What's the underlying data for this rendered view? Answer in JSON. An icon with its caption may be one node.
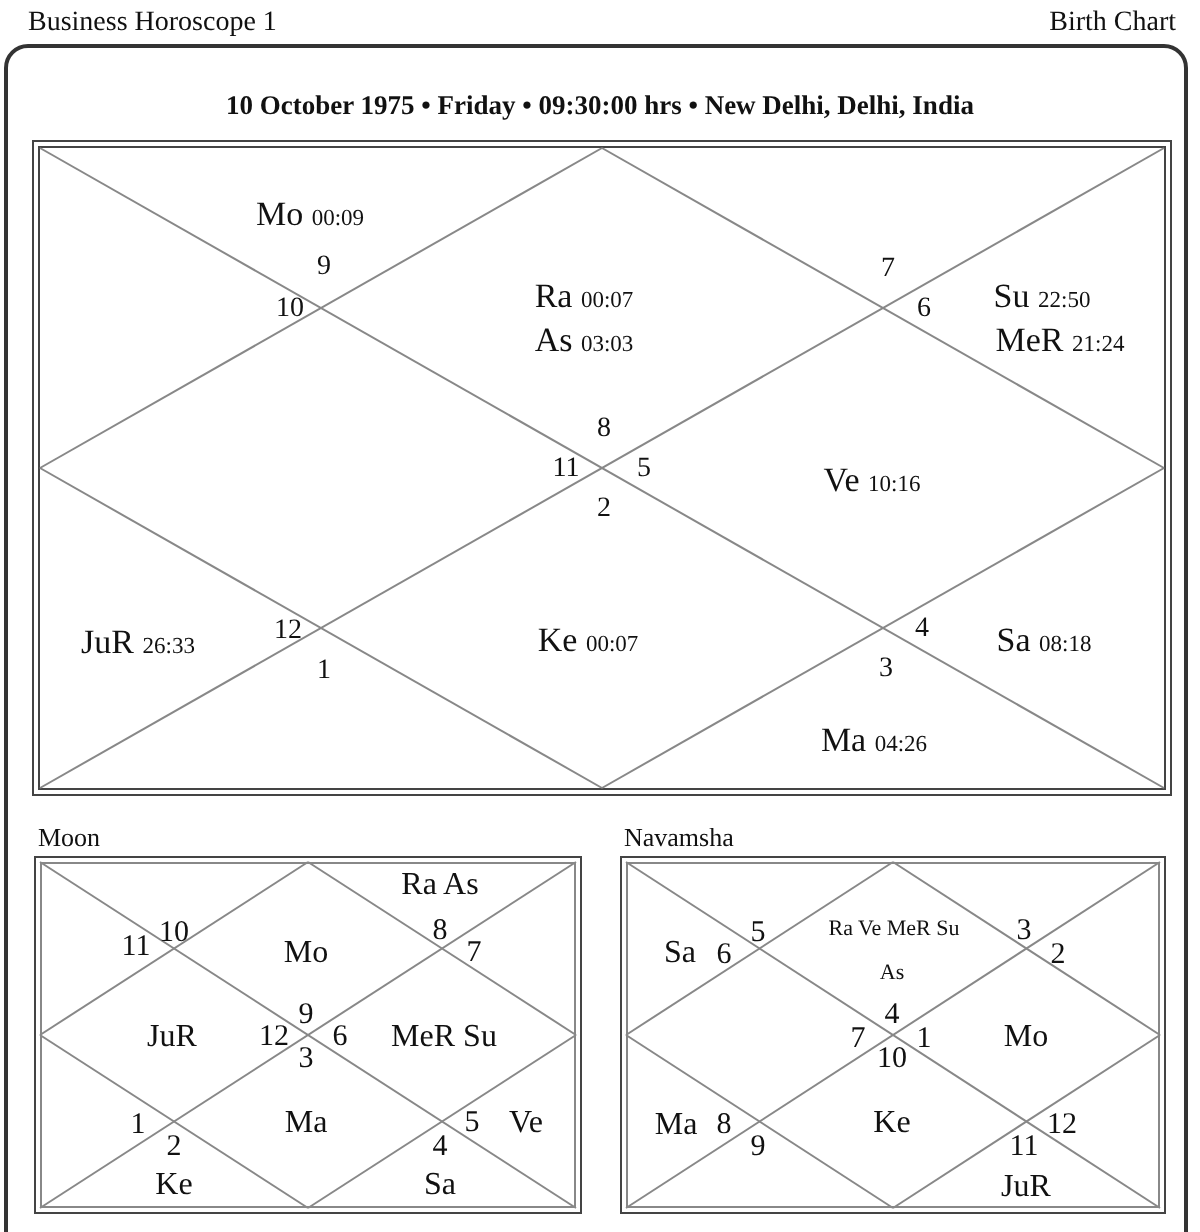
{
  "diagram": {
    "nodes": [
      {
        "text": [
          "Mo 00:09",
          "9",
          "10",
          "Ra 00:07",
          "As 03:03",
          "7",
          "6",
          "Su 22:50",
          "MeR 21:24",
          "8",
          "11",
          "5",
          "2",
          "Ve 10:16",
          "JuR 26:33",
          "12",
          "1",
          "Ke 00:07",
          "4",
          "3",
          "Sa 08:18",
          "Ma 04:26"
        ]
      },
      {
        "text": [
          "Moon",
          "Ra As",
          "10",
          "11",
          "Mo",
          "8",
          "7",
          "9",
          "JuR",
          "12",
          "6",
          "MeR Su",
          "3",
          "1",
          "Ma",
          "5",
          "Ve",
          "2",
          "4",
          "Ke",
          "Sa"
        ]
      },
      {
        "text": [
          "Navamsha",
          "5",
          "Ra Ve MeR Su",
          "3",
          "Sa",
          "6",
          "2",
          "As",
          "4",
          "7",
          "1",
          "Mo",
          "10",
          "Ma",
          "8",
          "Ke",
          "12",
          "11",
          "9",
          "JuR"
        ]
      }
    ],
    "labels": [
      "Business Horoscope 1",
      "Birth Chart",
      "10 October 1975 • Friday • 09:30:00 hrs • New Delhi, Delhi, India"
    ]
  }
}
